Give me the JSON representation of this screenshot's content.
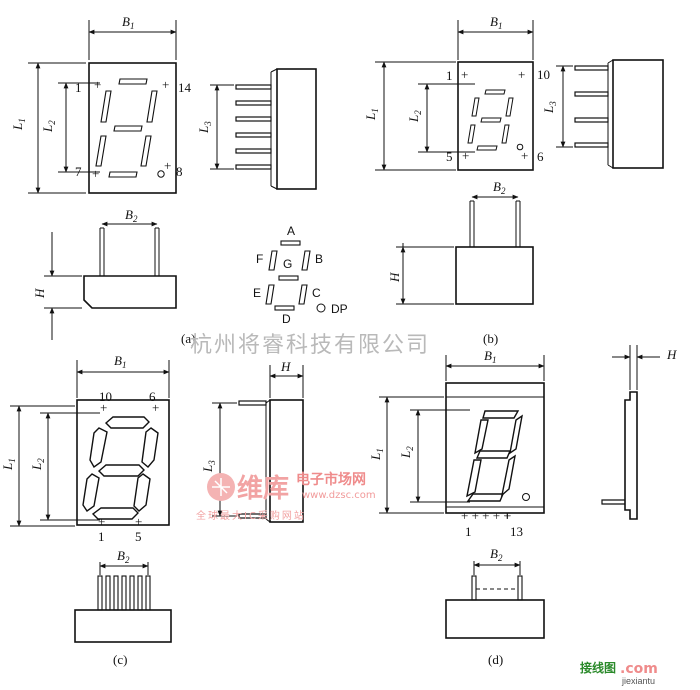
{
  "figure": {
    "a": {
      "caption": "(a)",
      "dims": {
        "B1": "B",
        "L1": "L",
        "L2": "L",
        "L3": "L",
        "B2": "B",
        "H": "H",
        "sub1": "1",
        "sub2": "2",
        "sub3": "3"
      },
      "pins": {
        "p1": "1",
        "p7": "7",
        "p8": "8",
        "p14": "14"
      }
    },
    "b": {
      "caption": "(b)",
      "pins": {
        "p1": "1",
        "p5": "5",
        "p6": "6",
        "p10": "10"
      }
    },
    "c": {
      "caption": "(c)",
      "pins": {
        "p1": "1",
        "p5": "5",
        "p6": "6",
        "p10": "10"
      }
    },
    "d": {
      "caption": "(d)",
      "pins": {
        "p1": "1",
        "p13": "13"
      }
    },
    "segments": {
      "A": "A",
      "B": "B",
      "C": "C",
      "D": "D",
      "E": "E",
      "F": "F",
      "G": "G",
      "DP": "DP"
    },
    "plus": "+"
  },
  "watermark": {
    "text": "杭州将睿科技有限公司",
    "logo_main": "维库",
    "logo_sub": "电子市场网",
    "logo_url": "www.dzsc.com",
    "logo_tag": "全球最大IC采购网站",
    "corner_cn": "接线图",
    "corner_com": ".com",
    "corner_url": "jiexiantu"
  }
}
